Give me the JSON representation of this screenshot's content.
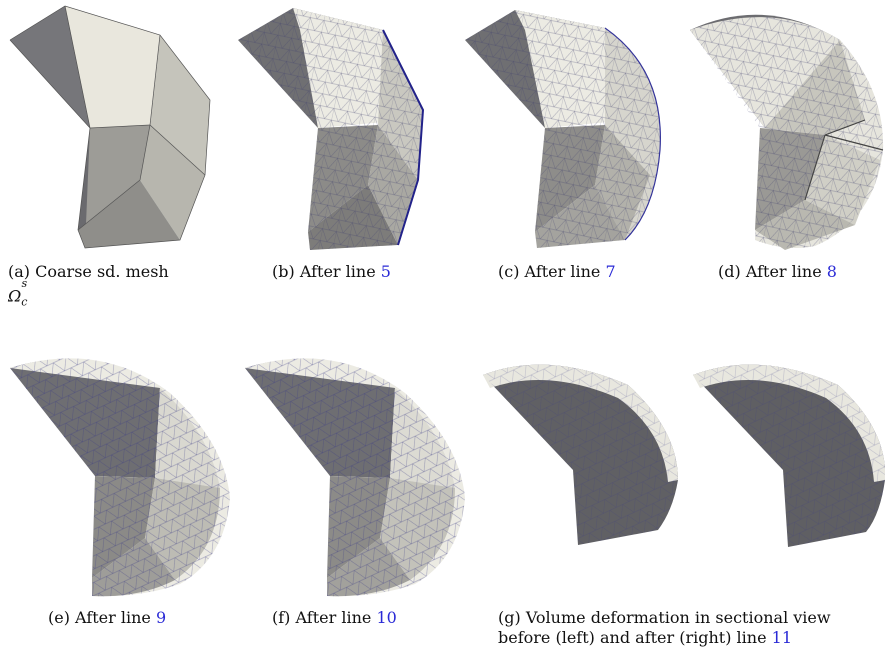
{
  "figure": {
    "captions": {
      "a": {
        "tag": "(a)",
        "text_line1": "Coarse sd.  mesh",
        "math_line2": "Ω",
        "math_sub": "c",
        "math_sup": "s"
      },
      "b": {
        "tag": "(b)",
        "text": "After line",
        "ref": "5"
      },
      "c": {
        "tag": "(c)",
        "text": "After line",
        "ref": "7"
      },
      "d": {
        "tag": "(d)",
        "text": "After line",
        "ref": "8"
      },
      "e": {
        "tag": "(e)",
        "text": "After line",
        "ref": "9"
      },
      "f": {
        "tag": "(f)",
        "text": "After line",
        "ref": "10"
      },
      "g": {
        "tag": "(g)",
        "line1": "Volume deformation in sectional view",
        "line2": "before (left) and after (right) line",
        "ref": "11"
      }
    }
  },
  "colors": {
    "face_light": "#ecebe3",
    "face_mid": "#bdbcb4",
    "face_dark": "#6f6f72",
    "mesh_line": "#3a3aa6",
    "ref_link": "#2a2ad6"
  }
}
